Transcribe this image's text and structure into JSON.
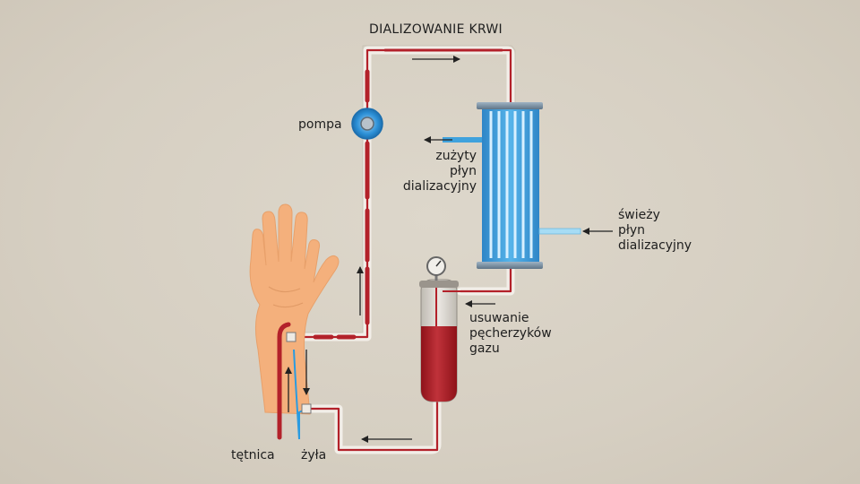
{
  "title": "DIALIZOWANIE KRWI",
  "labels": {
    "pump": "pompa",
    "used_fluid": [
      "zużyty",
      "płyn",
      "dializacyjny"
    ],
    "fresh_fluid": [
      "świeży",
      "płyn",
      "dializacyjny"
    ],
    "bubbles": [
      "usuwanie",
      "pęcherzyków",
      "gazu"
    ],
    "artery": "tętnica",
    "vein": "żyła"
  },
  "colors": {
    "blood": "#b3212a",
    "dialyzer": "#3fa2dd",
    "vein": "#2b9be0",
    "skin": "#f4b07c",
    "tubing": "#f4f0ea"
  }
}
